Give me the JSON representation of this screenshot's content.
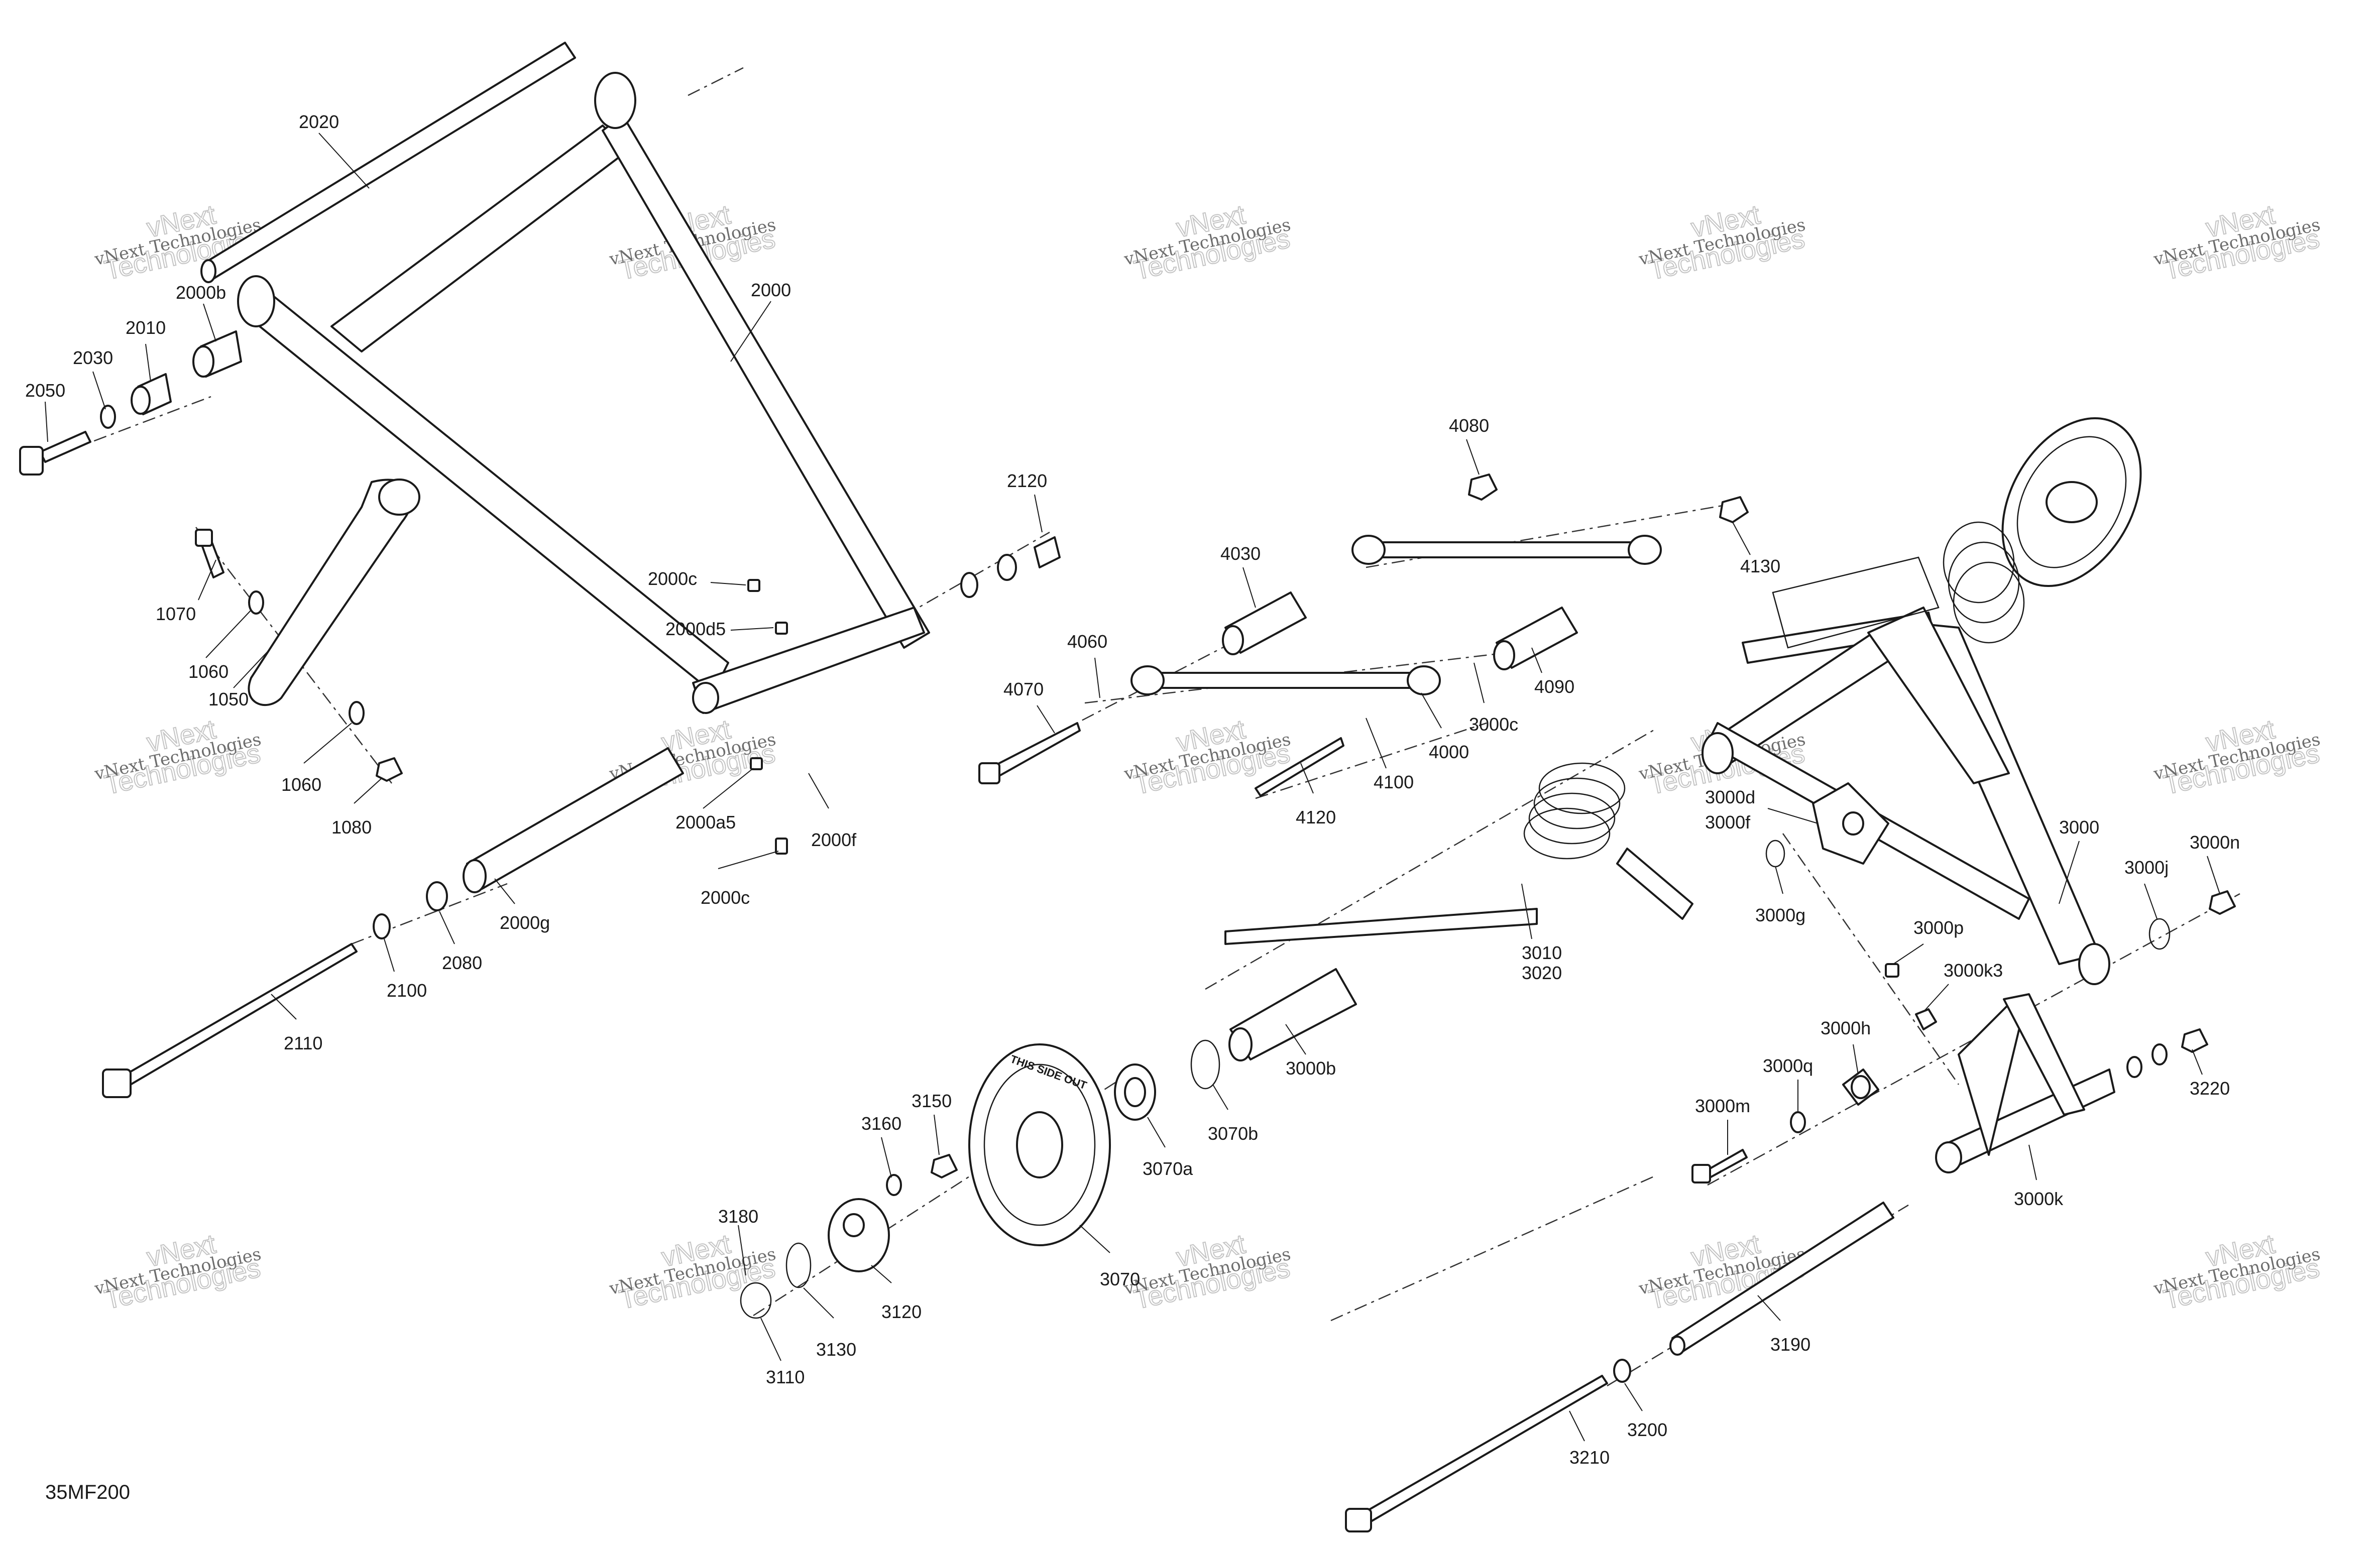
{
  "drawing_code": "35MF200",
  "watermark": {
    "line1": "vNext Technologies",
    "line2a": "vNext",
    "line2b": "Technologies"
  },
  "callouts": [
    {
      "id": "2020",
      "label": "2020"
    },
    {
      "id": "2000b",
      "label": "2000b"
    },
    {
      "id": "2010",
      "label": "2010"
    },
    {
      "id": "2030",
      "label": "2030"
    },
    {
      "id": "2050",
      "label": "2050"
    },
    {
      "id": "2000",
      "label": "2000"
    },
    {
      "id": "1070",
      "label": "1070"
    },
    {
      "id": "1060a",
      "label": "1060"
    },
    {
      "id": "1050",
      "label": "1050"
    },
    {
      "id": "1060b",
      "label": "1060"
    },
    {
      "id": "1080",
      "label": "1080"
    },
    {
      "id": "2000c_a",
      "label": "2000c"
    },
    {
      "id": "2000d5",
      "label": "2000d5"
    },
    {
      "id": "2000a5",
      "label": "2000a5"
    },
    {
      "id": "2000f",
      "label": "2000f"
    },
    {
      "id": "2000c_b",
      "label": "2000c"
    },
    {
      "id": "2000g",
      "label": "2000g"
    },
    {
      "id": "2080",
      "label": "2080"
    },
    {
      "id": "2100",
      "label": "2100"
    },
    {
      "id": "2110",
      "label": "2110"
    },
    {
      "id": "2120",
      "label": "2120"
    },
    {
      "id": "4030",
      "label": "4030"
    },
    {
      "id": "4080",
      "label": "4080"
    },
    {
      "id": "4130",
      "label": "4130"
    },
    {
      "id": "4060",
      "label": "4060"
    },
    {
      "id": "4070",
      "label": "4070"
    },
    {
      "id": "4090",
      "label": "4090"
    },
    {
      "id": "3000c",
      "label": "3000c"
    },
    {
      "id": "4000",
      "label": "4000"
    },
    {
      "id": "4100",
      "label": "4100"
    },
    {
      "id": "4120",
      "label": "4120"
    },
    {
      "id": "3000d",
      "label": "3000d"
    },
    {
      "id": "3000f",
      "label": "3000f"
    },
    {
      "id": "3000",
      "label": "3000"
    },
    {
      "id": "3000n",
      "label": "3000n"
    },
    {
      "id": "3000j",
      "label": "3000j"
    },
    {
      "id": "3000g",
      "label": "3000g"
    },
    {
      "id": "3010",
      "label": "3010"
    },
    {
      "id": "3020",
      "label": "3020"
    },
    {
      "id": "3000p",
      "label": "3000p"
    },
    {
      "id": "3000k3",
      "label": "3000k3"
    },
    {
      "id": "3000h",
      "label": "3000h"
    },
    {
      "id": "3000q",
      "label": "3000q"
    },
    {
      "id": "3000m",
      "label": "3000m"
    },
    {
      "id": "3220",
      "label": "3220"
    },
    {
      "id": "3000k",
      "label": "3000k"
    },
    {
      "id": "3000b",
      "label": "3000b"
    },
    {
      "id": "3070b",
      "label": "3070b"
    },
    {
      "id": "3070a",
      "label": "3070a"
    },
    {
      "id": "3150",
      "label": "3150"
    },
    {
      "id": "3160",
      "label": "3160"
    },
    {
      "id": "3070",
      "label": "3070"
    },
    {
      "id": "3180",
      "label": "3180"
    },
    {
      "id": "3120",
      "label": "3120"
    },
    {
      "id": "3130",
      "label": "3130"
    },
    {
      "id": "3110",
      "label": "3110"
    },
    {
      "id": "3190",
      "label": "3190"
    },
    {
      "id": "3200",
      "label": "3200"
    },
    {
      "id": "3210",
      "label": "3210"
    }
  ],
  "wheel_text": "THIS SIDE OUT"
}
